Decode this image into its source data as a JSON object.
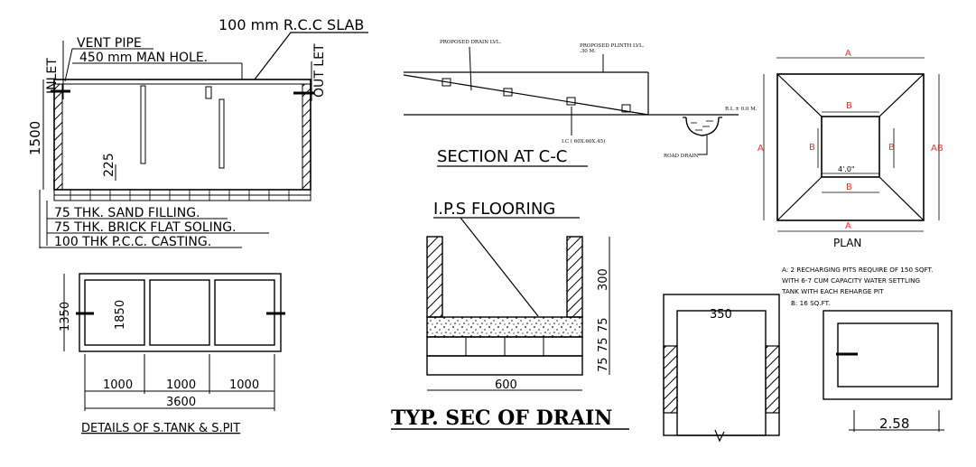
{
  "tank": {
    "slab": "100 mm  R.C.C   SLAB",
    "vent_pipe": "VENT PIPE",
    "manhole": "450  mm     MAN  HOLE.",
    "inlet": "INLET",
    "outlet": "OUT LET",
    "height": "1500",
    "dim_225": "225",
    "layer1": "75   THK.  SAND  FILLING.",
    "layer2": "75  THK.  BRICK  FLAT  SOLING.",
    "layer3": "100  THK  P.C.C.  CASTING."
  },
  "tank_plan": {
    "dim_1350": "1350",
    "dim_1850": "1850",
    "dim_a": "1000",
    "dim_b": "1000",
    "dim_c": "1000",
    "total": "3600",
    "caption": "DETAILS  OF  S.TANK  &  S.PIT"
  },
  "section_cc": {
    "drain_lvl": "PROPOSED DRAIN LVL.",
    "plinth_lvl": "PROPOSED PLINTH LVL.",
    "plinth_val": ".30 M.",
    "rl": "R.L ± 0.0 M.",
    "ic": "I.C ( 60X.60X.45)",
    "road_drain": "ROAD DRAIN",
    "caption": "SECTION AT C-C"
  },
  "drain": {
    "flooring": "I.P.S  FLOORING",
    "dim_300": "300",
    "dim_75a": "75",
    "dim_75b": "75",
    "dim_75c": "75",
    "dim_600": "600",
    "caption": "TYP.  SEC  OF  DRAIN"
  },
  "pit_plan": {
    "a": "A",
    "b": "B",
    "ab": "AB",
    "dim": "4'.0\"",
    "caption": "PLAN",
    "note1": "A: 2 RECHARGING PITS REQUIRE OF 150 SQFT.",
    "note2": "WITH 6-7 CUM CAPACITY WATER SETTLING",
    "note3": "TANK WITH EACH REHARGE PIT",
    "note4": "B: 16 SQ.FT."
  },
  "pit_section": {
    "dim_350": "350"
  },
  "small_plan": {
    "dim_258": "2.58"
  },
  "colors": {
    "dimension_red": "#e8322d"
  }
}
